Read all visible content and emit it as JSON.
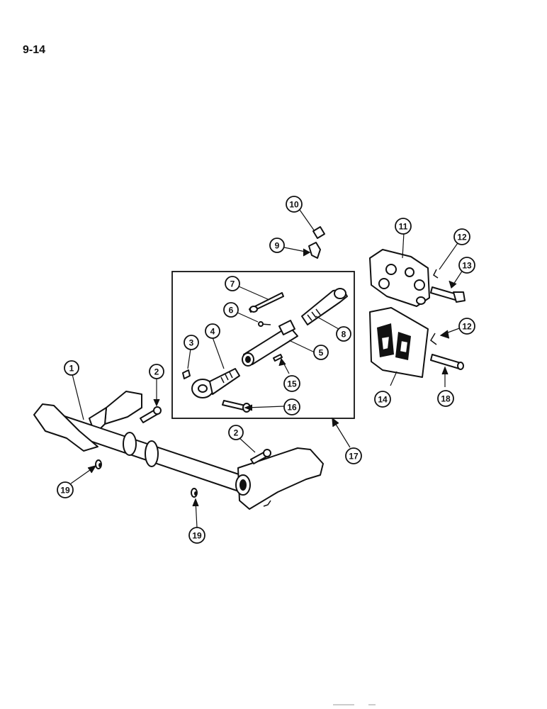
{
  "page": {
    "number": "9-14"
  },
  "callouts": [
    {
      "id": "1",
      "label": "1"
    },
    {
      "id": "2a",
      "label": "2"
    },
    {
      "id": "2b",
      "label": "2"
    },
    {
      "id": "3",
      "label": "3"
    },
    {
      "id": "4",
      "label": "4"
    },
    {
      "id": "5",
      "label": "5"
    },
    {
      "id": "6",
      "label": "6"
    },
    {
      "id": "7",
      "label": "7"
    },
    {
      "id": "8",
      "label": "8"
    },
    {
      "id": "9",
      "label": "9"
    },
    {
      "id": "10",
      "label": "10"
    },
    {
      "id": "11",
      "label": "11"
    },
    {
      "id": "12a",
      "label": "12"
    },
    {
      "id": "12b",
      "label": "12"
    },
    {
      "id": "13",
      "label": "13"
    },
    {
      "id": "14",
      "label": "14"
    },
    {
      "id": "15",
      "label": "15"
    },
    {
      "id": "16",
      "label": "16"
    },
    {
      "id": "17",
      "label": "17"
    },
    {
      "id": "18",
      "label": "18"
    },
    {
      "id": "19a",
      "label": "19"
    },
    {
      "id": "19b",
      "label": "19"
    }
  ]
}
